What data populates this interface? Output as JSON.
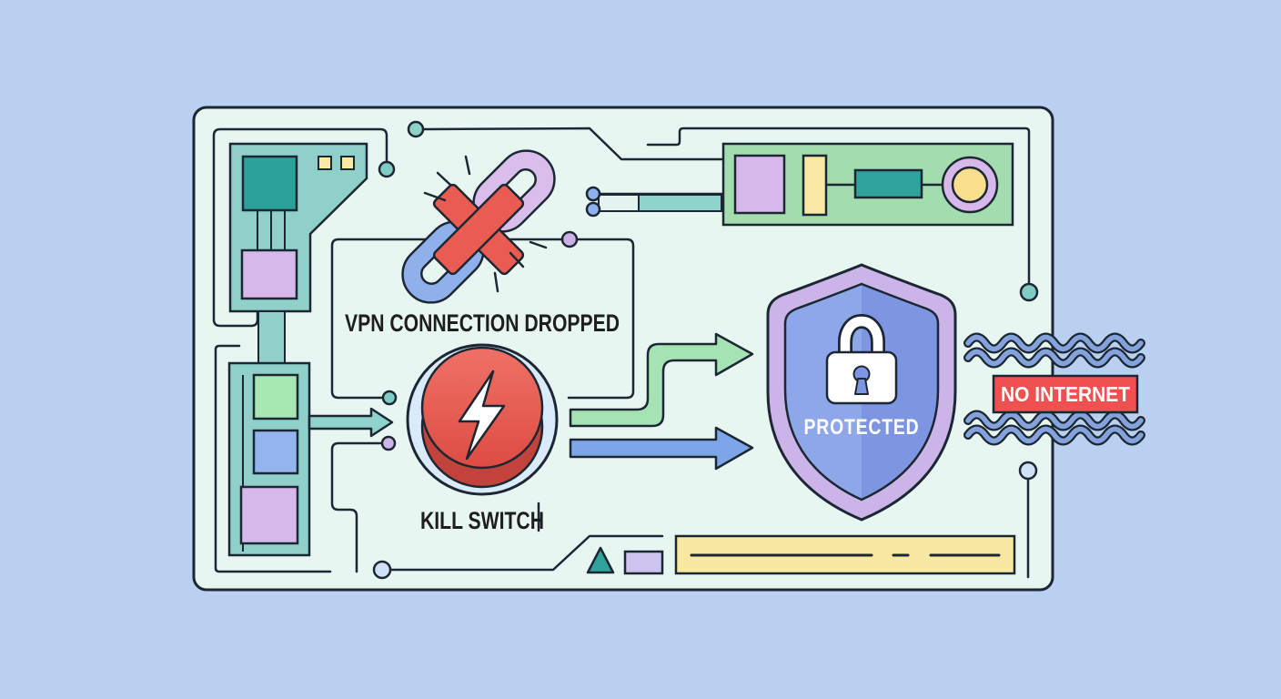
{
  "labels": {
    "vpn_connection_dropped": "VPN CONNECTION DROPPED",
    "kill_switch": "KILL SWITCH",
    "protected": "PROTECTED",
    "no_internet": "NO INTERNET"
  },
  "icons": [
    "broken-chain-icon",
    "red-cross-icon",
    "kill-switch-button",
    "lightning-bolt-icon",
    "shield-icon",
    "lock-icon",
    "circuit-chip-icon",
    "circuit-board-icon",
    "circuit-node-icon",
    "signal-wave-icon",
    "no-internet-badge",
    "flow-arrow-icon"
  ],
  "colors": {
    "background": "#b9d0f1",
    "panel": "#e7f6f1",
    "outline": "#1c2733",
    "teal": "#8fd1c8",
    "teal_dark": "#2ba19a",
    "purple": "#d6b8ea",
    "lavender": "#cdc3ef",
    "yellow": "#f8e9a4",
    "green_square": "#a6e7b2",
    "blue_square": "#94b4ee",
    "board_green": "#a3dcae",
    "button_red_top": "#e7594f",
    "button_red_base": "#c2423c",
    "button_ring": "#d9eaf9",
    "cross_red": "#ea5c52",
    "badge_red": "#ef5150",
    "shield_purple": "#cab4e8",
    "shield_blue_left": "#8ea7e9",
    "shield_blue_right": "#7e96e2",
    "arrow_green": "#a5e3b5",
    "arrow_blue": "#7da6e8",
    "wave_blue": "#84a3dc",
    "chain_purple": "#d9bdeb",
    "chain_blue": "#8fb0ea",
    "chain_link_green": "#a8e8c0"
  }
}
